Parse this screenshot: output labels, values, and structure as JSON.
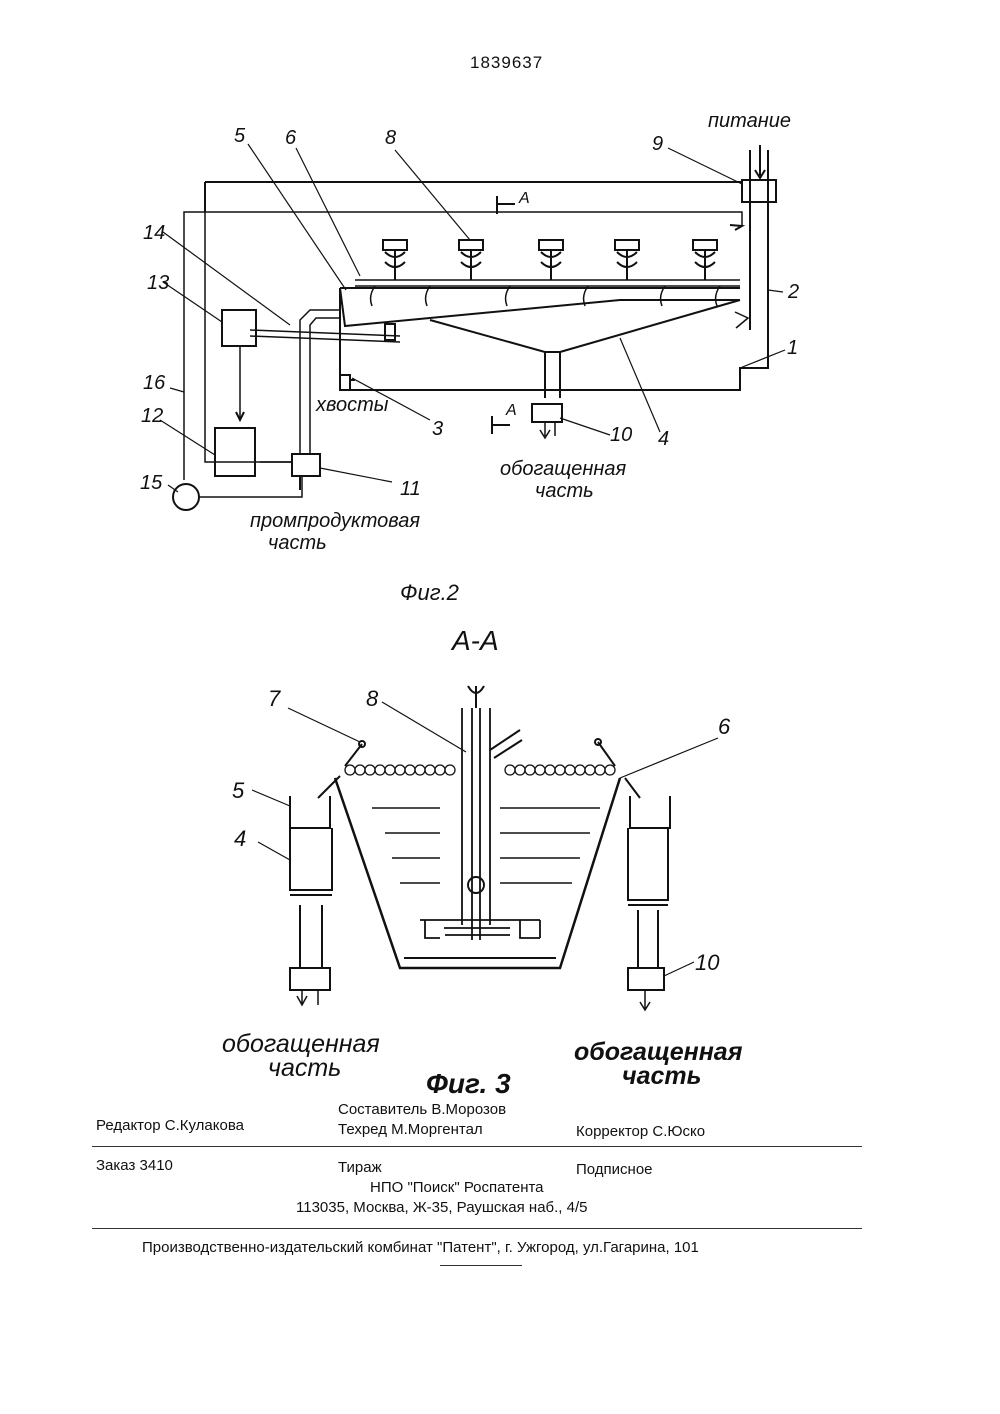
{
  "page_number": "1839637",
  "fig2": {
    "caption": "Фиг.2",
    "labels": {
      "l1": "1",
      "l2": "2",
      "l3": "3",
      "l4": "4",
      "l5": "5",
      "l6": "6",
      "l8": "8",
      "l9": "9",
      "l10": "10",
      "l11": "11",
      "l12": "12",
      "l13": "13",
      "l14": "14",
      "l15": "15",
      "l16": "16",
      "sectionA_top": "A",
      "sectionA_bottom": "A"
    },
    "text": {
      "feed": "питание",
      "tails": "хвосты",
      "enriched_1": "обогащенная",
      "enriched_2": "часть",
      "middlings_1": "промпродуктовая",
      "middlings_2": "часть"
    }
  },
  "fig3": {
    "section": "А-А",
    "caption": "Фиг. 3",
    "labels": {
      "l4": "4",
      "l5": "5",
      "l6": "6",
      "l7": "7",
      "l8": "8",
      "l10": "10"
    },
    "left_out_1": "обогащенная",
    "left_out_2": "часть",
    "right_out_1": "обогащенная",
    "right_out_2": "часть"
  },
  "colophon": {
    "editor": "Редактор  С.Кулакова",
    "composer": "Составитель  В.Морозов",
    "techred": "Техред М.Моргентал",
    "corrector": "Корректор  С.Юско",
    "order": "Заказ  3410",
    "circulation": "Тираж",
    "subscription": "Подписное",
    "publisher": "НПО \"Поиск\" Роспатента",
    "address": "113035, Москва, Ж-35, Раушская наб., 4/5",
    "printer": "Производственно-издательский комбинат \"Патент\", г. Ужгород, ул.Гагарина, 101"
  }
}
